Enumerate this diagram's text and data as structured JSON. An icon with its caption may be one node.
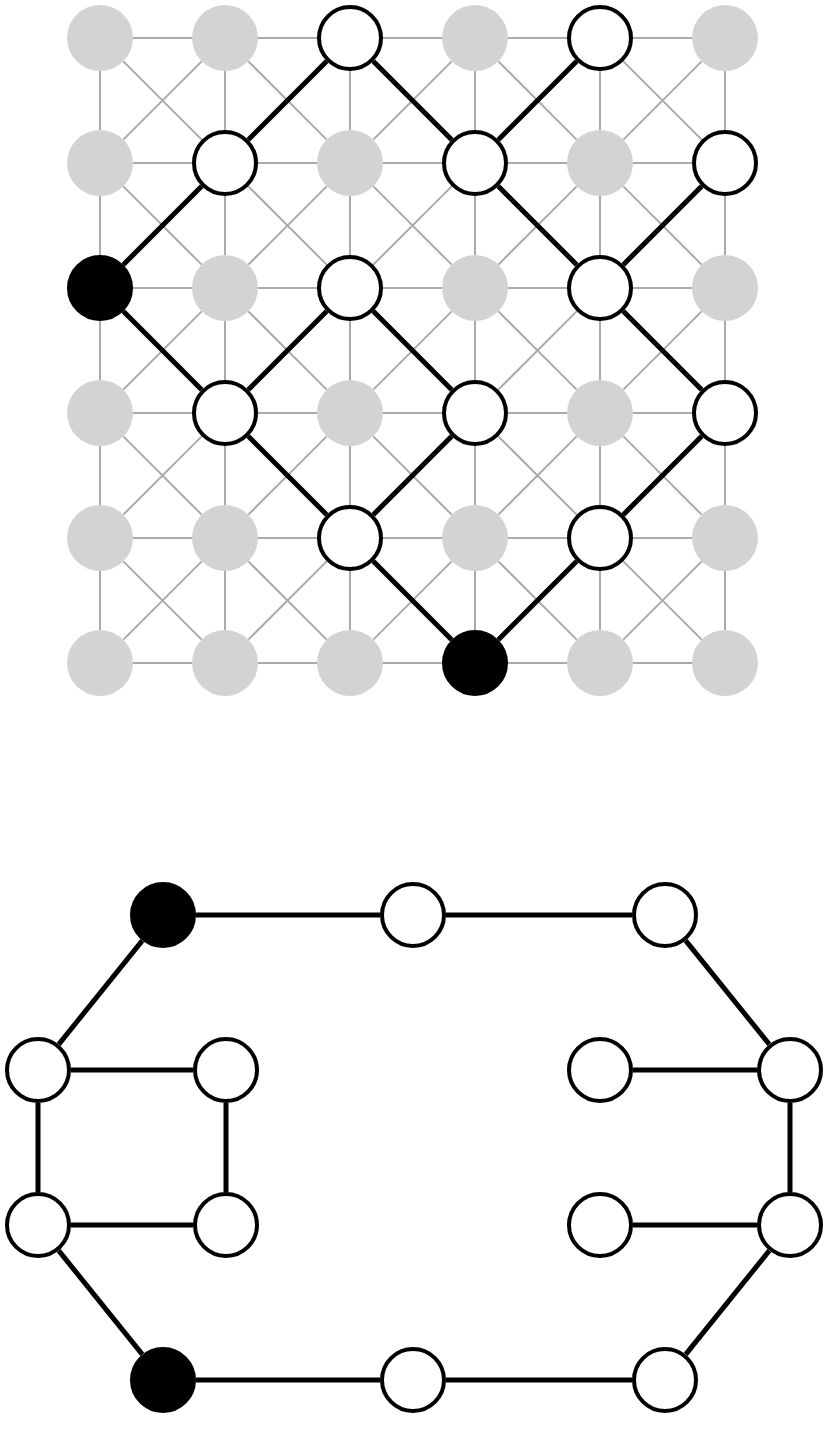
{
  "diagram": {
    "nodes": [
      {
        "text": [],
        "shape": "dot"
      },
      {
        "text": [],
        "shape": "dot"
      },
      {
        "text": [],
        "shape": "circle"
      },
      {
        "text": [],
        "shape": "dot"
      },
      {
        "text": [],
        "shape": "circle"
      },
      {
        "text": [],
        "shape": "dot"
      },
      {
        "text": [],
        "shape": "dot"
      },
      {
        "text": [],
        "shape": "circle"
      },
      {
        "text": [],
        "shape": "dot"
      },
      {
        "text": [],
        "shape": "circle"
      },
      {
        "text": [],
        "shape": "dot"
      },
      {
        "text": [],
        "shape": "circle"
      },
      {
        "text": [],
        "shape": "disc"
      },
      {
        "text": [],
        "shape": "dot"
      },
      {
        "text": [],
        "shape": "circle"
      },
      {
        "text": [],
        "shape": "dot"
      },
      {
        "text": [],
        "shape": "circle"
      },
      {
        "text": [],
        "shape": "dot"
      },
      {
        "text": [],
        "shape": "dot"
      },
      {
        "text": [],
        "shape": "circle"
      },
      {
        "text": [],
        "shape": "dot"
      },
      {
        "text": [],
        "shape": "circle"
      },
      {
        "text": [],
        "shape": "dot"
      },
      {
        "text": [],
        "shape": "circle"
      },
      {
        "text": [],
        "shape": "dot"
      },
      {
        "text": [],
        "shape": "dot"
      },
      {
        "text": [],
        "shape": "circle"
      },
      {
        "text": [],
        "shape": "dot"
      },
      {
        "text": [],
        "shape": "circle"
      },
      {
        "text": [],
        "shape": "dot"
      },
      {
        "text": [],
        "shape": "dot"
      },
      {
        "text": [],
        "shape": "dot"
      },
      {
        "text": [],
        "shape": "dot"
      },
      {
        "text": [],
        "shape": "disc"
      },
      {
        "text": [],
        "shape": "dot"
      },
      {
        "text": [],
        "shape": "dot"
      },
      {
        "text": [],
        "shape": "disc"
      },
      {
        "text": [],
        "shape": "circle"
      },
      {
        "text": [],
        "shape": "circle"
      },
      {
        "text": [],
        "shape": "circle"
      },
      {
        "text": [],
        "shape": "circle"
      },
      {
        "text": [],
        "shape": "circle"
      },
      {
        "text": [],
        "shape": "circle"
      },
      {
        "text": [],
        "shape": "circle"
      },
      {
        "text": [],
        "shape": "circle"
      },
      {
        "text": [],
        "shape": "circle"
      },
      {
        "text": [],
        "shape": "circle"
      },
      {
        "text": [],
        "shape": "disc"
      },
      {
        "text": [],
        "shape": "circle"
      },
      {
        "text": [],
        "shape": "circle"
      }
    ],
    "edges": [
      {
        "from": 0,
        "to": 1,
        "arrow": "none"
      },
      {
        "from": 1,
        "to": 2,
        "arrow": "none"
      },
      {
        "from": 2,
        "to": 3,
        "arrow": "none"
      },
      {
        "from": 3,
        "to": 4,
        "arrow": "none"
      },
      {
        "from": 4,
        "to": 5,
        "arrow": "none"
      },
      {
        "from": 6,
        "to": 7,
        "arrow": "none"
      },
      {
        "from": 7,
        "to": 8,
        "arrow": "none"
      },
      {
        "from": 8,
        "to": 9,
        "arrow": "none"
      },
      {
        "from": 9,
        "to": 10,
        "arrow": "none"
      },
      {
        "from": 10,
        "to": 11,
        "arrow": "none"
      },
      {
        "from": 12,
        "to": 13,
        "arrow": "none"
      },
      {
        "from": 13,
        "to": 14,
        "arrow": "none"
      },
      {
        "from": 14,
        "to": 15,
        "arrow": "none"
      },
      {
        "from": 15,
        "to": 16,
        "arrow": "none"
      },
      {
        "from": 16,
        "to": 17,
        "arrow": "none"
      },
      {
        "from": 18,
        "to": 19,
        "arrow": "none"
      },
      {
        "from": 19,
        "to": 20,
        "arrow": "none"
      },
      {
        "from": 20,
        "to": 21,
        "arrow": "none"
      },
      {
        "from": 21,
        "to": 22,
        "arrow": "none"
      },
      {
        "from": 22,
        "to": 23,
        "arrow": "none"
      },
      {
        "from": 24,
        "to": 25,
        "arrow": "none"
      },
      {
        "from": 25,
        "to": 26,
        "arrow": "none"
      },
      {
        "from": 26,
        "to": 27,
        "arrow": "none"
      },
      {
        "from": 27,
        "to": 28,
        "arrow": "none"
      },
      {
        "from": 28,
        "to": 29,
        "arrow": "none"
      },
      {
        "from": 30,
        "to": 31,
        "arrow": "none"
      },
      {
        "from": 31,
        "to": 32,
        "arrow": "none"
      },
      {
        "from": 32,
        "to": 33,
        "arrow": "none"
      },
      {
        "from": 33,
        "to": 34,
        "arrow": "none"
      },
      {
        "from": 34,
        "to": 35,
        "arrow": "none"
      },
      {
        "from": 0,
        "to": 6,
        "arrow": "none"
      },
      {
        "from": 1,
        "to": 7,
        "arrow": "none"
      },
      {
        "from": 2,
        "to": 8,
        "arrow": "none"
      },
      {
        "from": 3,
        "to": 9,
        "arrow": "none"
      },
      {
        "from": 4,
        "to": 10,
        "arrow": "none"
      },
      {
        "from": 5,
        "to": 11,
        "arrow": "none"
      },
      {
        "from": 6,
        "to": 12,
        "arrow": "none"
      },
      {
        "from": 7,
        "to": 13,
        "arrow": "none"
      },
      {
        "from": 8,
        "to": 14,
        "arrow": "none"
      },
      {
        "from": 9,
        "to": 15,
        "arrow": "none"
      },
      {
        "from": 10,
        "to": 16,
        "arrow": "none"
      },
      {
        "from": 11,
        "to": 17,
        "arrow": "none"
      },
      {
        "from": 12,
        "to": 18,
        "arrow": "none"
      },
      {
        "from": 13,
        "to": 19,
        "arrow": "none"
      },
      {
        "from": 14,
        "to": 20,
        "arrow": "none"
      },
      {
        "from": 15,
        "to": 21,
        "arrow": "none"
      },
      {
        "from": 16,
        "to": 22,
        "arrow": "none"
      },
      {
        "from": 17,
        "to": 23,
        "arrow": "none"
      },
      {
        "from": 18,
        "to": 24,
        "arrow": "none"
      },
      {
        "from": 19,
        "to": 25,
        "arrow": "none"
      },
      {
        "from": 20,
        "to": 26,
        "arrow": "none"
      },
      {
        "from": 21,
        "to": 27,
        "arrow": "none"
      },
      {
        "from": 22,
        "to": 28,
        "arrow": "none"
      },
      {
        "from": 23,
        "to": 29,
        "arrow": "none"
      },
      {
        "from": 24,
        "to": 30,
        "arrow": "none"
      },
      {
        "from": 25,
        "to": 31,
        "arrow": "none"
      },
      {
        "from": 26,
        "to": 32,
        "arrow": "none"
      },
      {
        "from": 27,
        "to": 33,
        "arrow": "none"
      },
      {
        "from": 28,
        "to": 34,
        "arrow": "none"
      },
      {
        "from": 29,
        "to": 35,
        "arrow": "none"
      },
      {
        "from": 0,
        "to": 7,
        "arrow": "none"
      },
      {
        "from": 1,
        "to": 8,
        "arrow": "none"
      },
      {
        "from": 3,
        "to": 10,
        "arrow": "none"
      },
      {
        "from": 4,
        "to": 11,
        "arrow": "none"
      },
      {
        "from": 6,
        "to": 13,
        "arrow": "none"
      },
      {
        "from": 7,
        "to": 14,
        "arrow": "none"
      },
      {
        "from": 8,
        "to": 15,
        "arrow": "none"
      },
      {
        "from": 10,
        "to": 17,
        "arrow": "none"
      },
      {
        "from": 13,
        "to": 20,
        "arrow": "none"
      },
      {
        "from": 15,
        "to": 22,
        "arrow": "none"
      },
      {
        "from": 18,
        "to": 25,
        "arrow": "none"
      },
      {
        "from": 20,
        "to": 27,
        "arrow": "none"
      },
      {
        "from": 21,
        "to": 28,
        "arrow": "none"
      },
      {
        "from": 22,
        "to": 29,
        "arrow": "none"
      },
      {
        "from": 24,
        "to": 31,
        "arrow": "none"
      },
      {
        "from": 25,
        "to": 32,
        "arrow": "none"
      },
      {
        "from": 27,
        "to": 34,
        "arrow": "none"
      },
      {
        "from": 28,
        "to": 35,
        "arrow": "none"
      },
      {
        "from": 1,
        "to": 6,
        "arrow": "none"
      },
      {
        "from": 3,
        "to": 8,
        "arrow": "none"
      },
      {
        "from": 5,
        "to": 10,
        "arrow": "none"
      },
      {
        "from": 8,
        "to": 13,
        "arrow": "none"
      },
      {
        "from": 9,
        "to": 14,
        "arrow": "none"
      },
      {
        "from": 10,
        "to": 15,
        "arrow": "none"
      },
      {
        "from": 13,
        "to": 18,
        "arrow": "none"
      },
      {
        "from": 15,
        "to": 20,
        "arrow": "none"
      },
      {
        "from": 16,
        "to": 21,
        "arrow": "none"
      },
      {
        "from": 17,
        "to": 22,
        "arrow": "none"
      },
      {
        "from": 19,
        "to": 24,
        "arrow": "none"
      },
      {
        "from": 20,
        "to": 25,
        "arrow": "none"
      },
      {
        "from": 22,
        "to": 27,
        "arrow": "none"
      },
      {
        "from": 25,
        "to": 30,
        "arrow": "none"
      },
      {
        "from": 26,
        "to": 31,
        "arrow": "none"
      },
      {
        "from": 27,
        "to": 32,
        "arrow": "none"
      },
      {
        "from": 29,
        "to": 34,
        "arrow": "none"
      },
      {
        "from": 2,
        "to": 7,
        "arrow": "none",
        "style": "thick",
        "color": "#000000"
      },
      {
        "from": 7,
        "to": 12,
        "arrow": "none",
        "style": "thick",
        "color": "#000000"
      },
      {
        "from": 2,
        "to": 9,
        "arrow": "none",
        "style": "thick",
        "color": "#000000"
      },
      {
        "from": 4,
        "to": 9,
        "arrow": "none",
        "style": "thick",
        "color": "#000000"
      },
      {
        "from": 9,
        "to": 16,
        "arrow": "none",
        "style": "thick",
        "color": "#000000"
      },
      {
        "from": 11,
        "to": 16,
        "arrow": "none",
        "style": "thick",
        "color": "#000000"
      },
      {
        "from": 12,
        "to": 19,
        "arrow": "none",
        "style": "thick",
        "color": "#000000"
      },
      {
        "from": 14,
        "to": 19,
        "arrow": "none",
        "style": "thick",
        "color": "#000000"
      },
      {
        "from": 14,
        "to": 21,
        "arrow": "none",
        "style": "thick",
        "color": "#000000"
      },
      {
        "from": 16,
        "to": 23,
        "arrow": "none",
        "style": "thick",
        "color": "#000000"
      },
      {
        "from": 19,
        "to": 26,
        "arrow": "none",
        "style": "thick",
        "color": "#000000"
      },
      {
        "from": 21,
        "to": 26,
        "arrow": "none",
        "style": "thick",
        "color": "#000000"
      },
      {
        "from": 23,
        "to": 28,
        "arrow": "none",
        "style": "thick",
        "color": "#000000"
      },
      {
        "from": 26,
        "to": 33,
        "arrow": "none",
        "style": "thick",
        "color": "#000000"
      },
      {
        "from": 28,
        "to": 33,
        "arrow": "none",
        "style": "thick",
        "color": "#000000"
      },
      {
        "from": 36,
        "to": 37,
        "arrow": "none",
        "style": "thick",
        "color": "#000000"
      },
      {
        "from": 37,
        "to": 38,
        "arrow": "none",
        "style": "thick",
        "color": "#000000"
      },
      {
        "from": 38,
        "to": 42,
        "arrow": "none",
        "style": "thick",
        "color": "#000000"
      },
      {
        "from": 36,
        "to": 39,
        "arrow": "none",
        "style": "thick",
        "color": "#000000"
      },
      {
        "from": 39,
        "to": 40,
        "arrow": "none",
        "style": "thick",
        "color": "#000000"
      },
      {
        "from": 40,
        "to": 44,
        "arrow": "none",
        "style": "thick",
        "color": "#000000"
      },
      {
        "from": 39,
        "to": 43,
        "arrow": "none",
        "style": "thick",
        "color": "#000000"
      },
      {
        "from": 43,
        "to": 44,
        "arrow": "none",
        "style": "thick",
        "color": "#000000"
      },
      {
        "from": 41,
        "to": 42,
        "arrow": "none",
        "style": "thick",
        "color": "#000000"
      },
      {
        "from": 42,
        "to": 46,
        "arrow": "none",
        "style": "thick",
        "color": "#000000"
      },
      {
        "from": 45,
        "to": 46,
        "arrow": "none",
        "style": "thick",
        "color": "#000000"
      },
      {
        "from": 43,
        "to": 47,
        "arrow": "none",
        "style": "thick",
        "color": "#000000"
      },
      {
        "from": 47,
        "to": 48,
        "arrow": "none",
        "style": "thick",
        "color": "#000000"
      },
      {
        "from": 48,
        "to": 49,
        "arrow": "none",
        "style": "thick",
        "color": "#000000"
      },
      {
        "from": 49,
        "to": 46,
        "arrow": "none",
        "style": "thick",
        "color": "#000000"
      }
    ]
  }
}
